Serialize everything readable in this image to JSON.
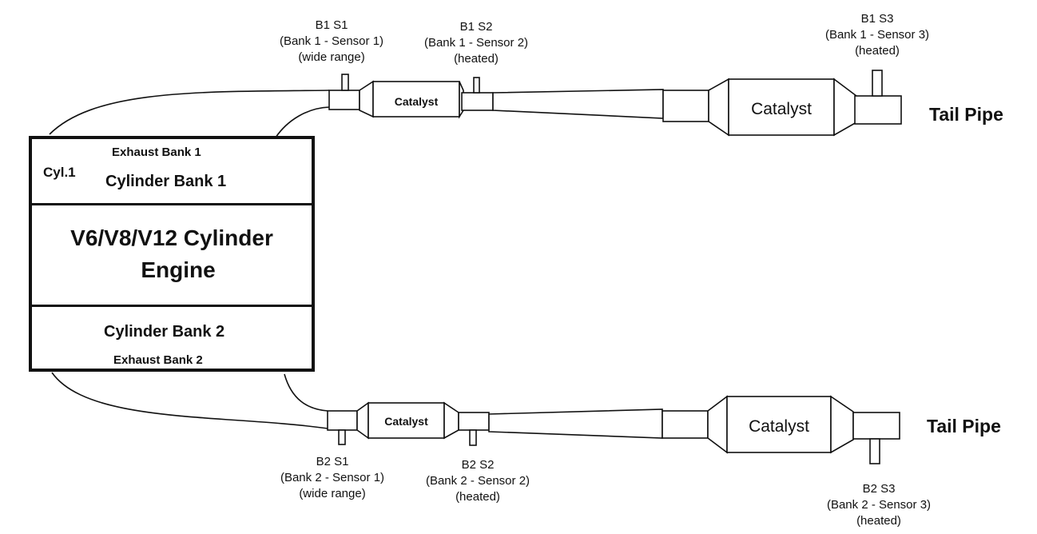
{
  "engine": {
    "title_line1": "V6/V8/V12 Cylinder",
    "title_line2": "Engine",
    "cyl1": "Cyl.1",
    "bank1": "Cylinder Bank 1",
    "bank2": "Cylinder Bank 2",
    "exhaust1": "Exhaust Bank 1",
    "exhaust2": "Exhaust Bank 2"
  },
  "bank1": {
    "catalyst_small": "Catalyst",
    "catalyst_large": "Catalyst",
    "tail_pipe": "Tail Pipe",
    "sensors": [
      {
        "code": "B1 S1",
        "name": "(Bank 1 - Sensor 1)",
        "type": "(wide range)"
      },
      {
        "code": "B1 S2",
        "name": "(Bank 1 - Sensor 2)",
        "type": "(heated)"
      },
      {
        "code": "B1 S3",
        "name": "(Bank 1 - Sensor 3)",
        "type": "(heated)"
      }
    ]
  },
  "bank2": {
    "catalyst_small": "Catalyst",
    "catalyst_large": "Catalyst",
    "tail_pipe": "Tail Pipe",
    "sensors": [
      {
        "code": "B2 S1",
        "name": "(Bank 2 - Sensor 1)",
        "type": "(wide range)"
      },
      {
        "code": "B2 S2",
        "name": "(Bank 2 - Sensor 2)",
        "type": "(heated)"
      },
      {
        "code": "B2 S3",
        "name": "(Bank 2 - Sensor 3)",
        "type": "(heated)"
      }
    ]
  },
  "colors": {
    "ink": "#111111",
    "background": "#ffffff"
  }
}
